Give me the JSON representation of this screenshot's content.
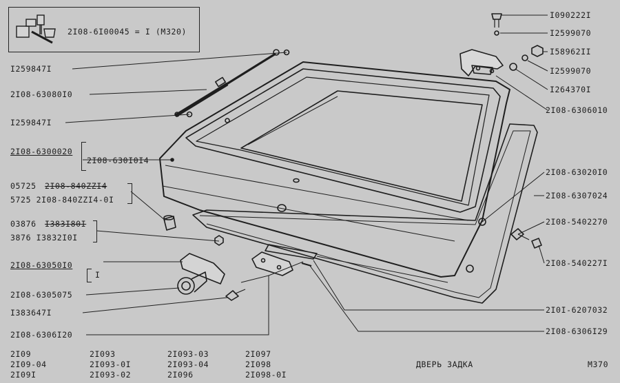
{
  "legend": {
    "formula": "2I08-6I00045 = I (M320)"
  },
  "labels": {
    "l1": "I090222I",
    "l2": "I2599070",
    "l3": "I58962II",
    "l4": "I2599070",
    "l5": "I264370I",
    "l6": "2I08-6306010",
    "l7": "I259847I",
    "l8": "2I08-63080I0",
    "l9": "I259847I",
    "l10": "2I08-6300020",
    "l11": "2I08-630I0I4",
    "l12a": "05725",
    "l12b": "2I08-840ZZI4",
    "l13": "5725  2I08-840ZZI4-0I",
    "l14a": "03876",
    "l14b": "I383I80I",
    "l15": "3876   I3832I0I",
    "l16": "2I08-63050I0",
    "l17": "I",
    "l18": "2I08-6305075",
    "l19": "I383647I",
    "l20": "2I08-6306I20",
    "l21": "2I08-63020I0",
    "l22": "2I08-6307024",
    "l23": "2I08-5402270",
    "l24": "2I08-540227I",
    "l25": "2I0I-6207032",
    "l26": "2I08-6306I29"
  },
  "footer": {
    "models": [
      [
        "2I09",
        "2I09-04",
        "2I09I"
      ],
      [
        "2I093",
        "2I093-0I",
        "2I093-02"
      ],
      [
        "2I093-03",
        "2I093-04",
        "2I096"
      ],
      [
        "2I097",
        "2I098",
        "2I098-0I"
      ]
    ],
    "caption": "ДВЕРЬ ЗАДКА",
    "code": "M370"
  }
}
